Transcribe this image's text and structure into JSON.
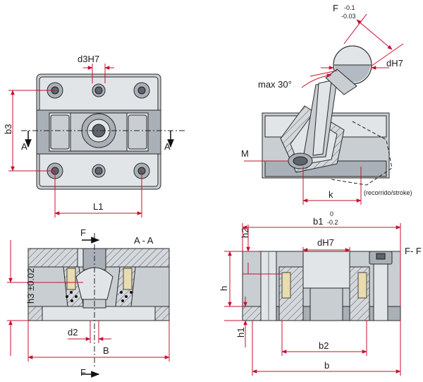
{
  "labels": {
    "d3h7": "d3H7",
    "b3": "b3",
    "l1": "L1",
    "section_a_left": "A",
    "section_a_right": "A",
    "f_label": "F",
    "f_tol_upper": "-0.1",
    "f_tol_lower": "-0.03",
    "dh7_ball": "dH7",
    "max_angle": "max  30°",
    "m": "M",
    "k": "k",
    "stroke_note": "(recorrido/stroke)",
    "section_aa": "A - A",
    "f_top": "F",
    "f_bottom": "F",
    "h3": "h3 ±0.02",
    "d2": "d2",
    "b": "B",
    "b1": "b1",
    "b1_tol_upper": "0",
    "b1_tol_lower": "-0.2",
    "h2": "h2",
    "dh7_section": "dH7",
    "section_ff": "F- F",
    "h": "h",
    "h1": "h1",
    "b2": "b2",
    "b_width": "b"
  },
  "colors": {
    "dimension": "#c8102e",
    "steel": "#c9ced3",
    "steel_dark": "#a9b0b7",
    "bronze": "#e8dcb0"
  }
}
